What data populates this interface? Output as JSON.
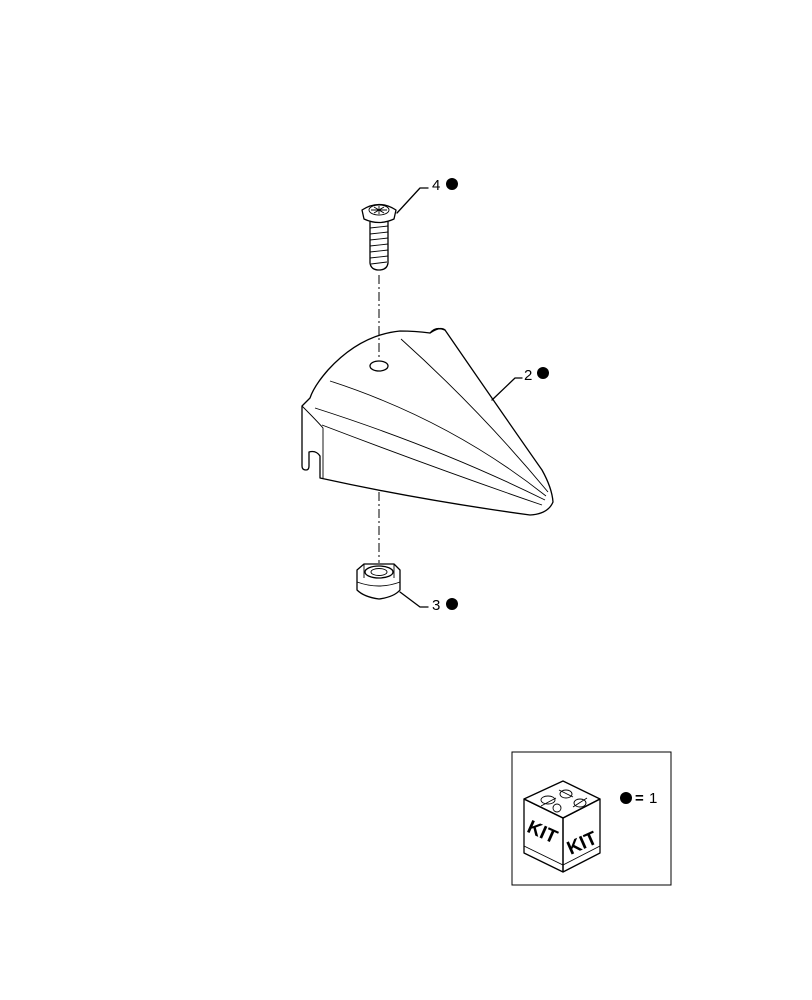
{
  "callouts": {
    "screw": {
      "number": "4"
    },
    "cover": {
      "number": "2"
    },
    "nut": {
      "number": "3"
    }
  },
  "kit_legend": {
    "box_label_left": "KIT",
    "box_label_right": "KIT",
    "equals_sign": "=",
    "kit_number": "1"
  },
  "colors": {
    "line": "#000000",
    "background": "#ffffff",
    "kit_marker": "#000000"
  }
}
